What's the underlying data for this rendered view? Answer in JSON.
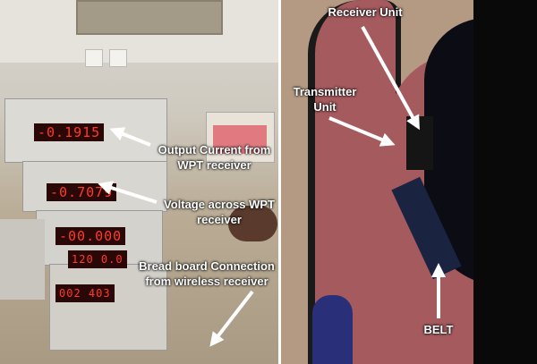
{
  "left_photo": {
    "displays": {
      "current_meter": "-0.1915",
      "voltage_meter": "-0.7079",
      "third_meter": "-00.000",
      "supply_left": "002 403",
      "supply_right": "120 0.0"
    },
    "labels": {
      "output_current_line1": "Output Current from",
      "output_current_line2": "WPT receiver",
      "voltage_line1": "Voltage across WPT",
      "voltage_line2": "receiver",
      "breadboard_line1": "Bread board Connection",
      "breadboard_line2": "from wireless receiver"
    }
  },
  "right_photo": {
    "labels": {
      "receiver_unit": "Receiver Unit",
      "transmitter_line1": "Transmitter",
      "transmitter_line2": "Unit",
      "belt": "BELT"
    }
  },
  "colors": {
    "label_text": "#ffffff",
    "arrow": "#ffffff",
    "chair_red": "#a55a5e",
    "display_red": "#ff3a2a"
  }
}
